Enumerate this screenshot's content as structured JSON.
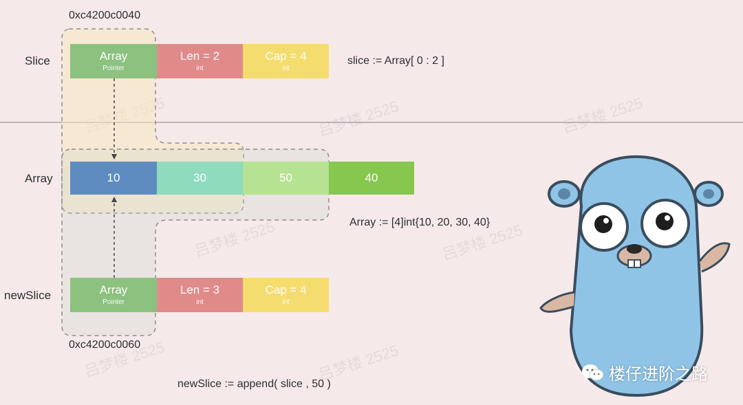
{
  "labels": {
    "slice": "Slice",
    "array": "Array",
    "new_slice": "newSlice",
    "addr_top": "0xc4200c0040",
    "addr_bottom": "0xc4200c0060"
  },
  "slice_header": {
    "array_label": "Array",
    "array_sub": "Pointer",
    "len_label": "Len = 2",
    "len_sub": "int",
    "cap_label": "Cap = 4",
    "cap_sub": "int"
  },
  "new_slice_header": {
    "array_label": "Array",
    "array_sub": "Pointer",
    "len_label": "Len = 3",
    "len_sub": "int",
    "cap_label": "Cap = 4",
    "cap_sub": "int"
  },
  "array_values": [
    "10",
    "30",
    "50",
    "40"
  ],
  "code": {
    "slice": "slice := Array[ 0 : 2 ]",
    "array": "Array := [4]int{10, 20, 30, 40}",
    "append": "newSlice := append( slice , 50 )"
  },
  "watermark": "吕梦楼 2525",
  "account_name": "楼仔进阶之路",
  "colors": {
    "background": "#f6e9ea",
    "pointer_green": "#8cc17f",
    "len_red": "#e08a8a",
    "cap_yellow": "#f4dc6f",
    "cell_blue": "#5f8cc0",
    "cell_teal": "#8edbbd",
    "cell_light_green": "#b5e391",
    "cell_green": "#86c74e",
    "gopher_blue": "#8fc4e6"
  }
}
